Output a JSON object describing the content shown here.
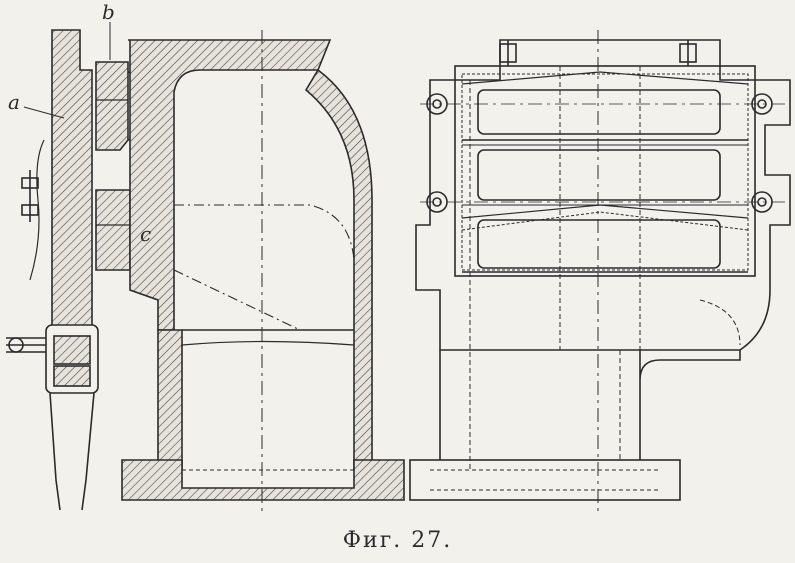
{
  "figure": {
    "caption": "Фиг. 27.",
    "labels": {
      "a": "a",
      "b": "b",
      "c": "c"
    }
  },
  "style": {
    "ink": "#2b2b2b",
    "paper": "#f3f1ec"
  }
}
